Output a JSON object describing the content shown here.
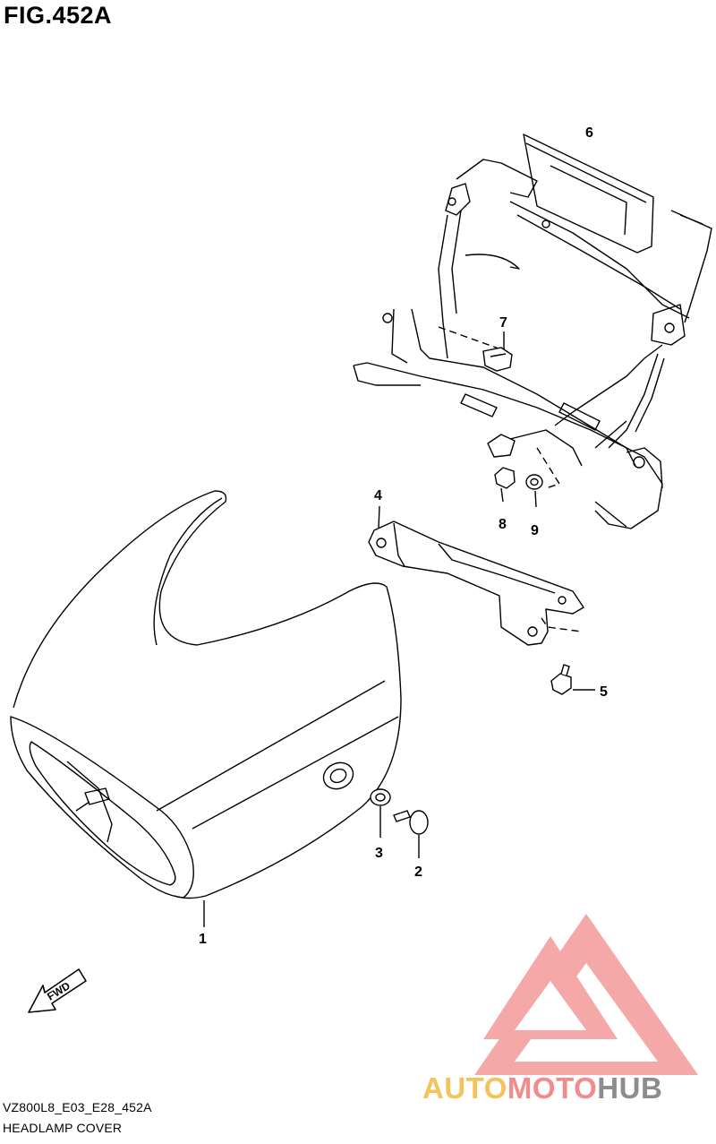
{
  "figure": {
    "title": "FIG.452A",
    "model_code": "VZ800L8_E03_E28_452A",
    "assembly_name": "HEADLAMP COVER"
  },
  "callouts": [
    "1",
    "2",
    "3",
    "4",
    "5",
    "6",
    "7",
    "8",
    "9"
  ],
  "direction_marker": {
    "label": "FWD",
    "icon": "forward-arrow-icon"
  },
  "watermark": {
    "parts": [
      "AUTO",
      "MOTO",
      "HUB"
    ],
    "colors": [
      "#f6c25a",
      "#f28b8b",
      "#8d8d8d"
    ],
    "logo_color": "#f28b8b"
  }
}
